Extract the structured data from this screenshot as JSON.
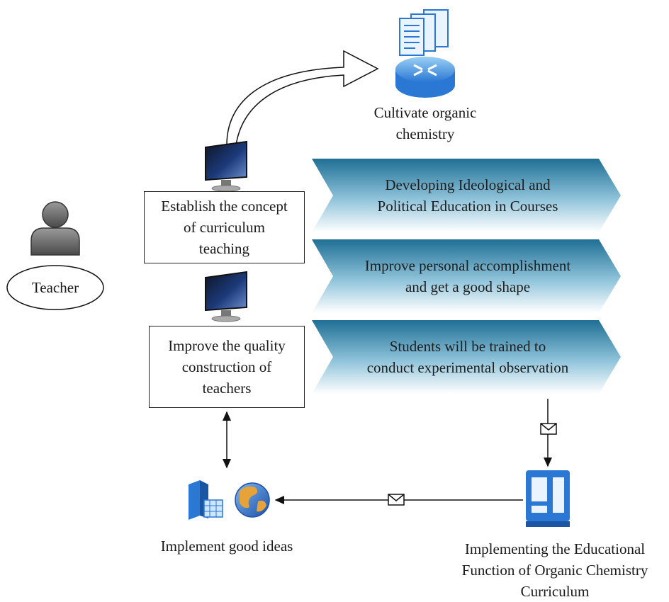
{
  "nodes": {
    "teacher": "Teacher",
    "cultivate": [
      "Cultivate organic",
      "chemistry"
    ],
    "establish": [
      "Establish the concept",
      "of curriculum",
      "teaching"
    ],
    "improve_quality": [
      "Improve the quality",
      "construction of",
      "teachers"
    ],
    "implement_ideas": "Implement good ideas",
    "implementing_function": [
      "Implementing the Educational",
      "Function of Organic Chemistry",
      "Curriculum"
    ]
  },
  "banners": [
    [
      "Developing Ideological and",
      "Political Education in Courses"
    ],
    [
      "Improve personal accomplishment",
      "and get a good shape"
    ],
    [
      "Students will be trained to",
      "conduct experimental observation"
    ]
  ],
  "icons": {
    "teacher": "person-icon",
    "documents": "documents-icon",
    "router": "router-icon",
    "monitor": "monitor-icon",
    "server": "server-icon",
    "globe": "globe-icon",
    "computer": "computer-icon",
    "envelope": "envelope-icon"
  },
  "colors": {
    "banner_dark": "#1f6f95",
    "banner_light": "#ffffff",
    "icon_blue": "#2a78d4"
  }
}
